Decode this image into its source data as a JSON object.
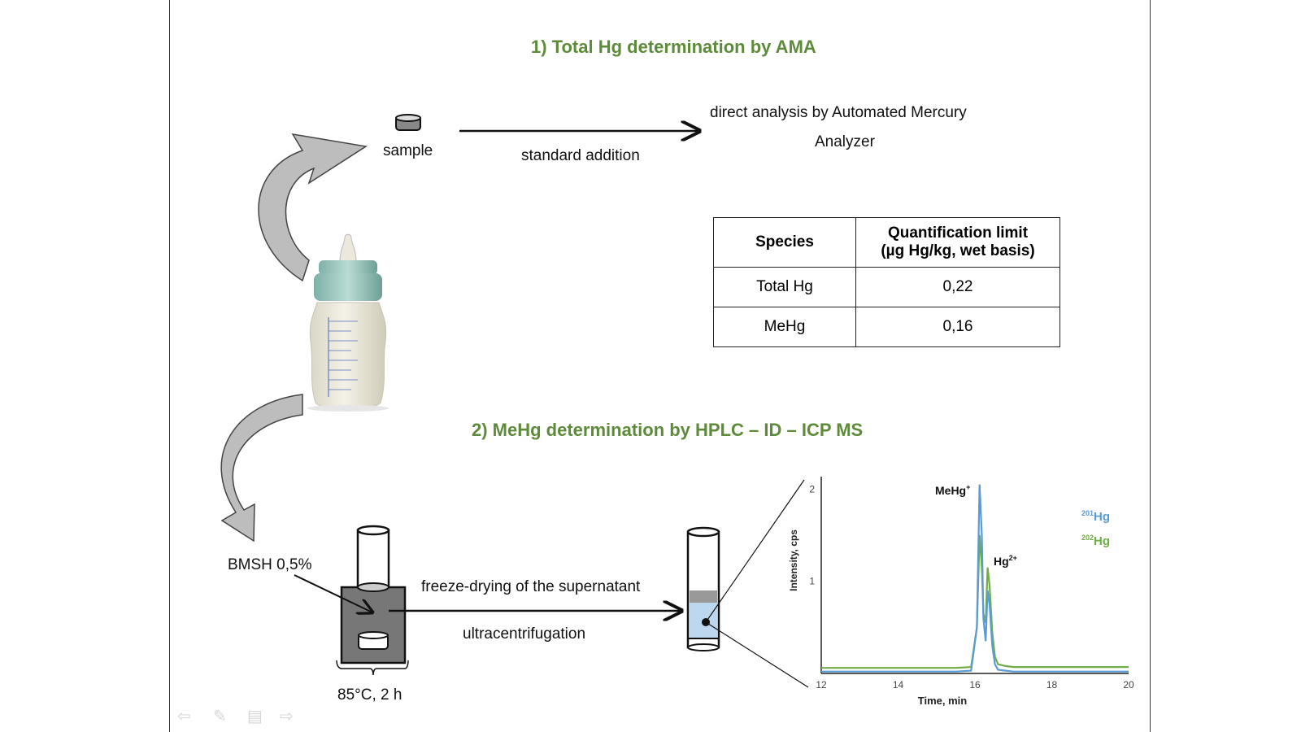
{
  "section1": {
    "title": "1) Total Hg determination by AMA",
    "sample_label": "sample",
    "arrow_label": "standard addition",
    "result_line1": "direct analysis  by Automated  Mercury",
    "result_line2": "Analyzer"
  },
  "table": {
    "headers": [
      "Species",
      "Quantification limit",
      "(µg Hg/kg, wet basis)"
    ],
    "rows": [
      {
        "species": "Total Hg",
        "value": "0,22"
      },
      {
        "species": "MeHg",
        "value": "0,16"
      }
    ]
  },
  "section2": {
    "title": "2) MeHg determination by HPLC – ID – ICP MS",
    "reagent_label": "BMSH 0,5%",
    "step_top": "freeze-drying of the supernatant",
    "step_bottom": "ultracentrifugation",
    "condition": "85°C, 2 h"
  },
  "colors": {
    "title": "#5e8b3a",
    "hg201": "#5b9bd5",
    "hg202": "#70ad47"
  },
  "chart_data": {
    "type": "line",
    "xlabel": "Time, min",
    "ylabel": "Intensity, cps",
    "xlim": [
      12,
      20
    ],
    "ylim": [
      0,
      2.1
    ],
    "xticks": [
      "12",
      "14",
      "16",
      "18",
      "20"
    ],
    "yticks": [
      "1",
      "2"
    ],
    "annotations": [
      "MeHg",
      "Hg"
    ],
    "annotation_sup": [
      "+",
      "2+"
    ],
    "series": [
      {
        "name": "Hg",
        "isotope": "201",
        "color": "#5b9bd5",
        "x": [
          12,
          14,
          15.5,
          15.9,
          16.05,
          16.12,
          16.18,
          16.22,
          16.28,
          16.33,
          16.38,
          16.45,
          16.52,
          16.6,
          16.8,
          17,
          18,
          20
        ],
        "y": [
          0.02,
          0.02,
          0.02,
          0.03,
          0.5,
          2.05,
          1.5,
          0.6,
          0.35,
          0.9,
          0.75,
          0.3,
          0.1,
          0.04,
          0.03,
          0.02,
          0.02,
          0.02
        ]
      },
      {
        "name": "Hg",
        "isotope": "202",
        "color": "#70ad47",
        "x": [
          12,
          14,
          15.5,
          15.9,
          16.05,
          16.12,
          16.18,
          16.22,
          16.28,
          16.33,
          16.38,
          16.45,
          16.52,
          16.6,
          16.8,
          17,
          18,
          20
        ],
        "y": [
          0.06,
          0.06,
          0.06,
          0.07,
          0.5,
          1.5,
          1.15,
          0.65,
          0.55,
          1.15,
          0.95,
          0.45,
          0.18,
          0.1,
          0.08,
          0.07,
          0.07,
          0.07
        ]
      }
    ]
  }
}
